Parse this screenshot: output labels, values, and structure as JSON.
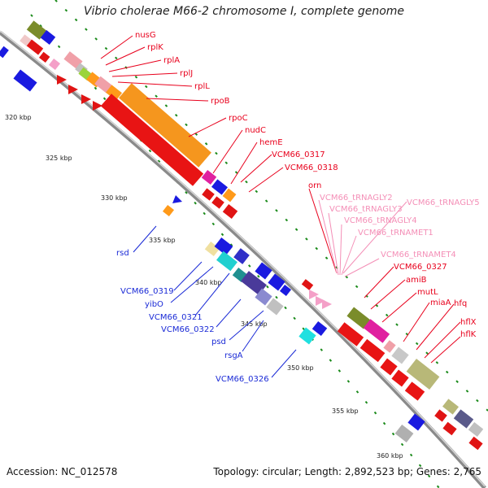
{
  "title": "Vibrio cholerae M66-2 chromosome I, complete genome",
  "footer": {
    "accession": "Accession: NC_012578",
    "summary": "Topology: circular; Length: 2,892,523 bp; Genes: 2,765"
  },
  "colors": {
    "forward_label": "#e8001c",
    "reverse_label": "#1a2ad6",
    "rna_label": "#f48fb7",
    "tick": "#1a8a1a",
    "backbone": "#9a9a9a"
  },
  "kbp_marks": [
    "320 kbp",
    "325 kbp",
    "330 kbp",
    "335 kbp",
    "340 kbp",
    "345 kbp",
    "350 kbp",
    "355 kbp",
    "360 kbp"
  ],
  "forward_labels": [
    "nusG",
    "rplK",
    "rplA",
    "rplJ",
    "rplL",
    "rpoB",
    "rpoC",
    "nudC",
    "hemE",
    "VCM66_0317",
    "VCM66_0318",
    "orn",
    "VCM66_0327",
    "amiB",
    "mutL",
    "miaA",
    "hfq",
    "hflX",
    "hflK"
  ],
  "rna_labels": [
    "VCM66_tRNAGLY2",
    "VCM66_tRNAGLY3",
    "VCM66_tRNAGLY4",
    "VCM66_tRNAMET1",
    "VCM66_tRNAGLY5",
    "VCM66_tRNAMET4"
  ],
  "reverse_labels": [
    "rsd",
    "VCM66_0319",
    "yibO",
    "VCM66_0321",
    "VCM66_0322",
    "psd",
    "rsgA",
    "VCM66_0326"
  ]
}
